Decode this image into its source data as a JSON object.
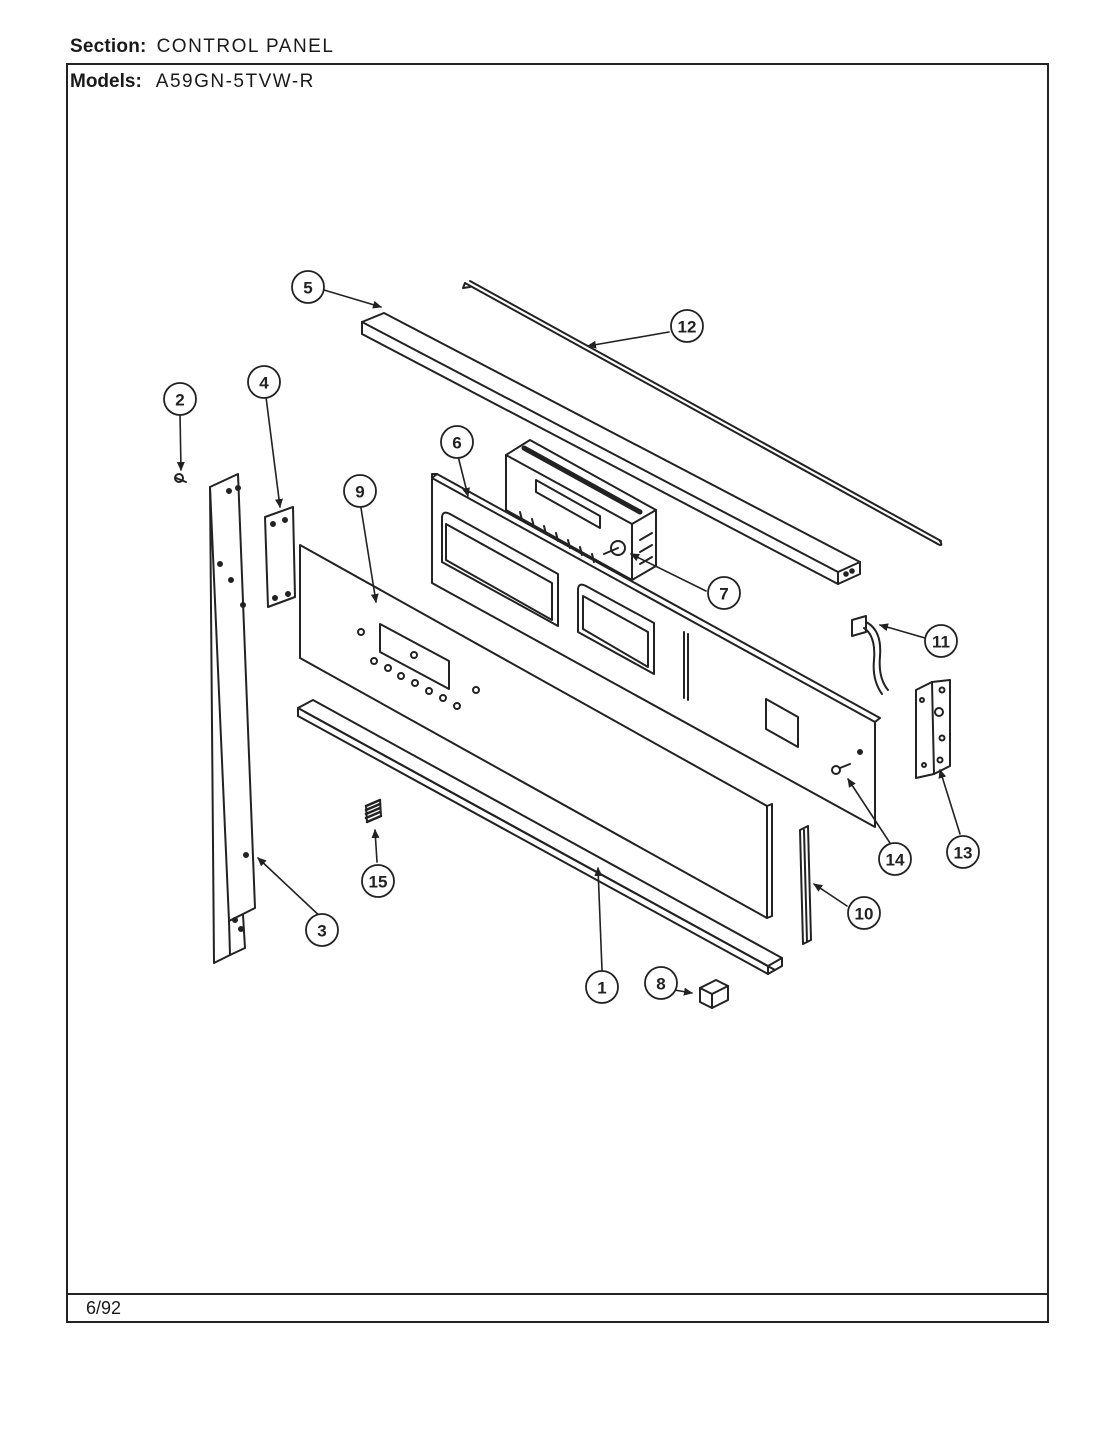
{
  "header": {
    "section_label": "Section:",
    "section_value": "CONTROL PANEL",
    "models_label": "Models:",
    "models_value": "A59GN-5TVW-R"
  },
  "footer": {
    "date": "6/92"
  },
  "callouts": [
    "1",
    "2",
    "3",
    "4",
    "5",
    "6",
    "7",
    "8",
    "9",
    "10",
    "11",
    "12",
    "13",
    "14",
    "15"
  ]
}
